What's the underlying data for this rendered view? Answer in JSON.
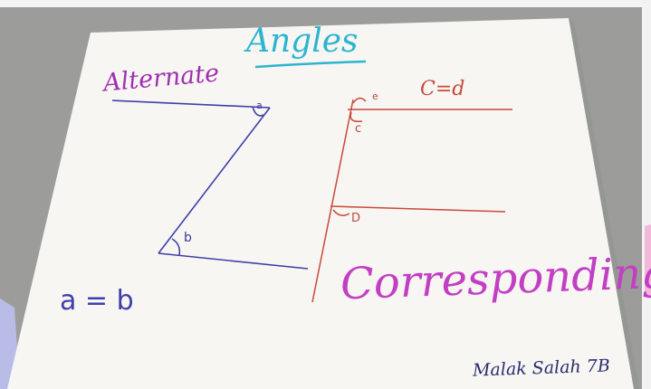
{
  "title": "Angles",
  "alternate_label": "Alternate",
  "corresponding_label": "Corresponding",
  "alternate_equation": "a = b",
  "corresponding_equation": "C=d",
  "angle_labels": {
    "a": "a",
    "b": "b",
    "e": "e",
    "c": "c",
    "d": "D"
  },
  "signature": "Malak Salah 7B",
  "colors": {
    "title": "#2cb4d0",
    "alternate": "#a02fb0",
    "corresponding": "#c23fc4",
    "blue_ink": "#3f3fa8",
    "red_ink": "#c9493b",
    "paper": "#f7f6f3"
  }
}
